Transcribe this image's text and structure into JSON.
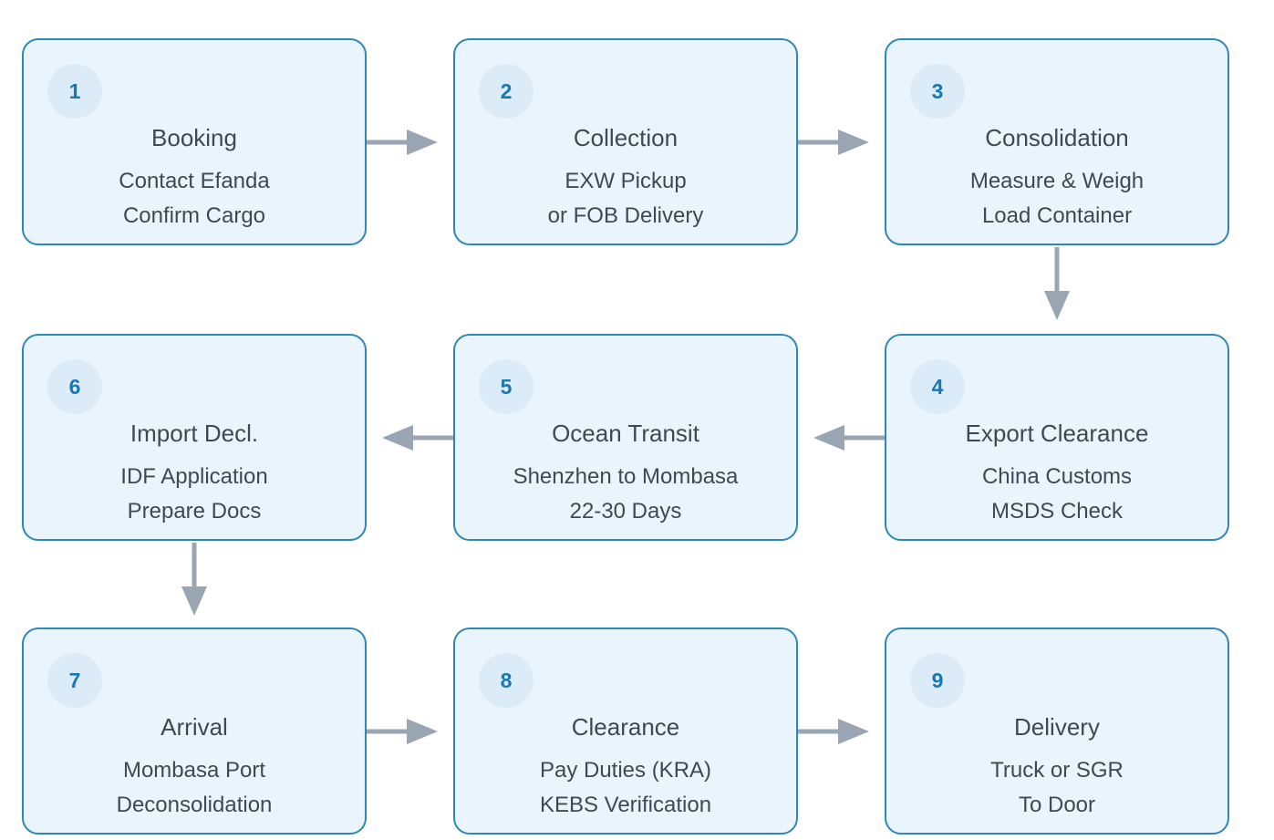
{
  "colors": {
    "card-fill": "#eaf4fc",
    "card-border": "#2e87b9",
    "badge-fill": "#dcebf8",
    "badge-number": "#1878b4",
    "text": "#3d4a56",
    "arrow": "#9aa5b4",
    "page-bg": "#ffffff"
  },
  "steps": [
    {
      "number": "1",
      "title": "Booking",
      "line1": "Contact Efanda",
      "line2": "Confirm Cargo"
    },
    {
      "number": "2",
      "title": "Collection",
      "line1": "EXW Pickup",
      "line2": "or FOB Delivery"
    },
    {
      "number": "3",
      "title": "Consolidation",
      "line1": "Measure & Weigh",
      "line2": "Load Container"
    },
    {
      "number": "4",
      "title": "Export Clearance",
      "line1": "China Customs",
      "line2": "MSDS Check"
    },
    {
      "number": "5",
      "title": "Ocean Transit",
      "line1": "Shenzhen to Mombasa",
      "line2": "22-30 Days"
    },
    {
      "number": "6",
      "title": "Import Decl.",
      "line1": "IDF Application",
      "line2": "Prepare Docs"
    },
    {
      "number": "7",
      "title": "Arrival",
      "line1": "Mombasa Port",
      "line2": "Deconsolidation"
    },
    {
      "number": "8",
      "title": "Clearance",
      "line1": "Pay Duties (KRA)",
      "line2": "KEBS Verification"
    },
    {
      "number": "9",
      "title": "Delivery",
      "line1": "Truck or SGR",
      "line2": "To Door"
    }
  ],
  "connections": [
    {
      "from": "1",
      "to": "2",
      "direction": "right"
    },
    {
      "from": "2",
      "to": "3",
      "direction": "right"
    },
    {
      "from": "3",
      "to": "4",
      "direction": "down"
    },
    {
      "from": "4",
      "to": "5",
      "direction": "left"
    },
    {
      "from": "5",
      "to": "6",
      "direction": "left"
    },
    {
      "from": "6",
      "to": "7",
      "direction": "down"
    },
    {
      "from": "7",
      "to": "8",
      "direction": "right"
    },
    {
      "from": "8",
      "to": "9",
      "direction": "right"
    }
  ]
}
